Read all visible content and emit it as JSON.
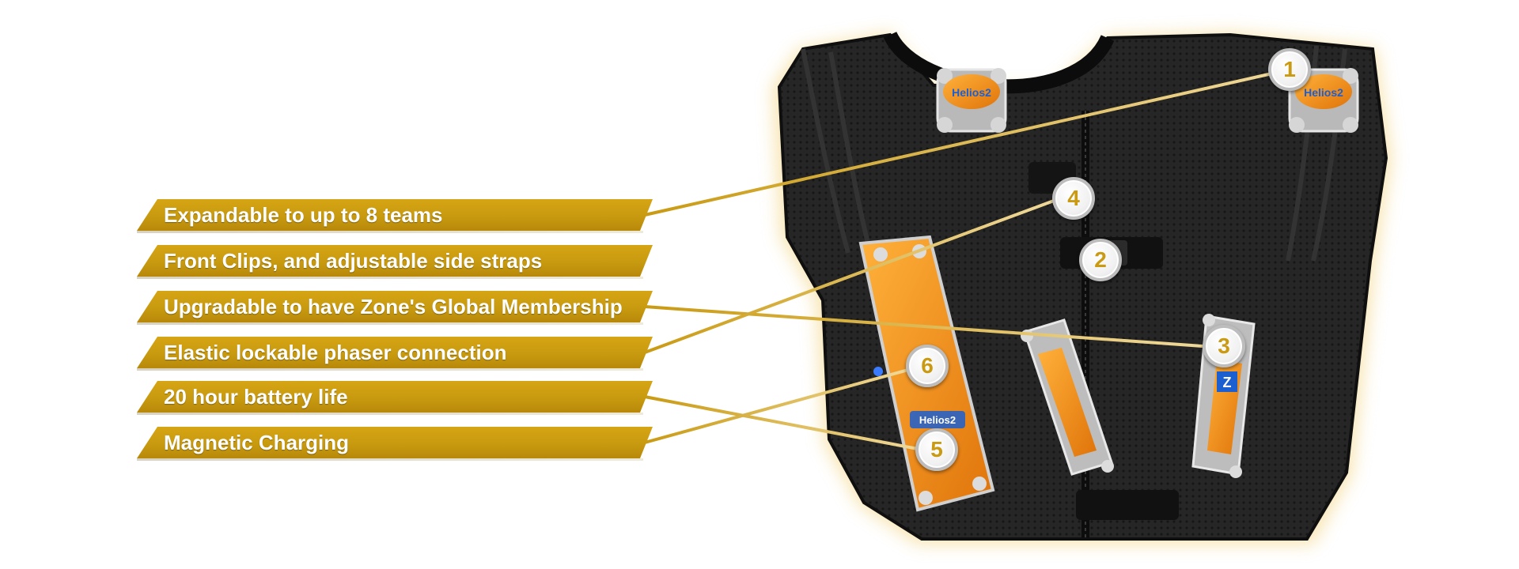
{
  "features": [
    {
      "id": 1,
      "label": "Expandable to up to 8 teams"
    },
    {
      "id": 2,
      "label": "Front Clips, and adjustable side straps"
    },
    {
      "id": 3,
      "label": "Upgradable to have Zone's Global Membership"
    },
    {
      "id": 4,
      "label": "Elastic lockable phaser connection"
    },
    {
      "id": 5,
      "label": "20 hour battery life"
    },
    {
      "id": 6,
      "label": "Magnetic Charging"
    }
  ],
  "markers": [
    "1",
    "2",
    "3",
    "4",
    "5",
    "6"
  ],
  "vest": {
    "logo_text": "Helios2",
    "badge_letter": "Z"
  },
  "colors": {
    "banner_gold": "#c99a0f",
    "marker_text": "#c99a12",
    "vest_black": "#1e1e1e",
    "glow": "#f2d27a",
    "sensor_orange": "#f08a12",
    "sensor_blue": "#1b5fd0"
  }
}
